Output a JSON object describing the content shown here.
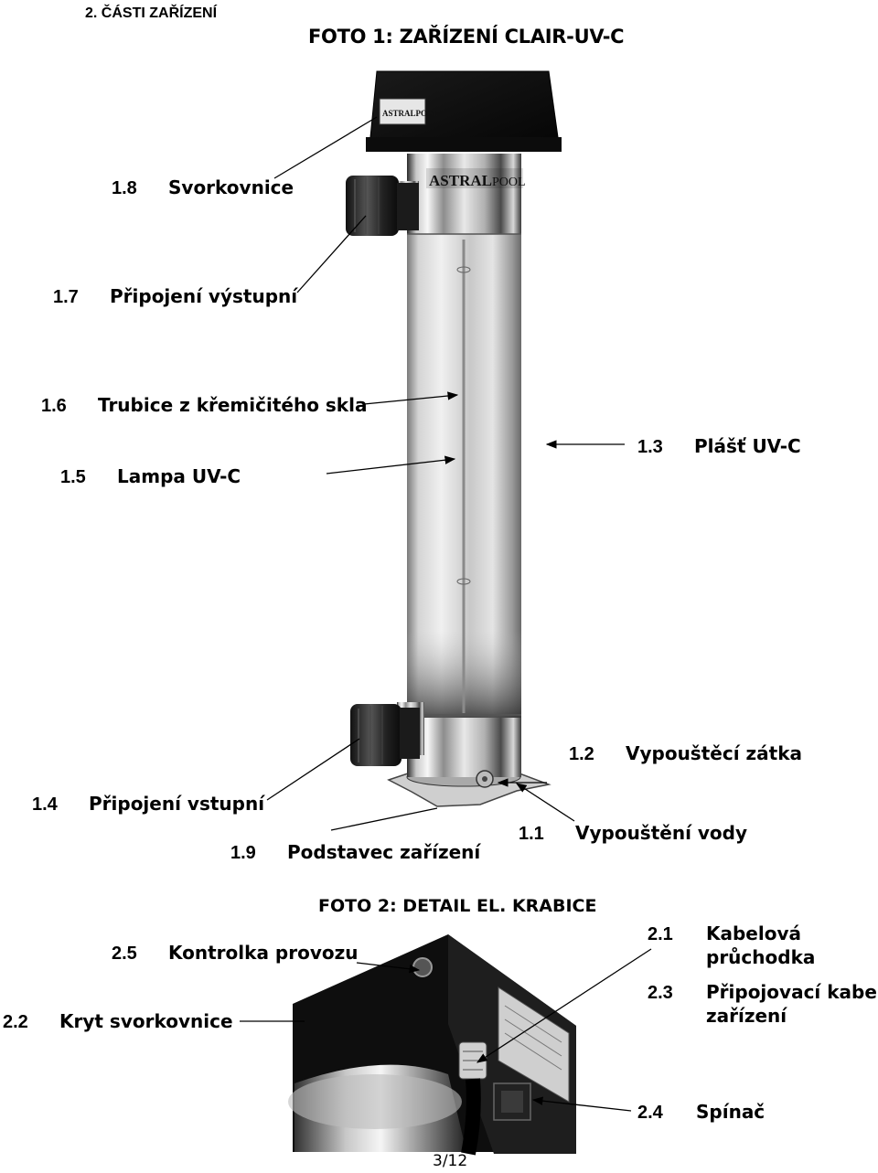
{
  "header": {
    "section": "2. ČÁSTI ZAŘÍZENÍ",
    "photo1_title": "FOTO 1: ZAŘÍZENÍ CLAIR-UV-C",
    "photo2_title": "FOTO 2: DETAIL EL. KRABICE"
  },
  "device_brand": {
    "top_logo": "ASTRALPOOL",
    "body_logo_bold": "ASTRAL",
    "body_logo_light": "POOL"
  },
  "photo1_labels": [
    {
      "num": "1.8",
      "text": "Svorkovnice"
    },
    {
      "num": "1.7",
      "text": "Připojení výstupní"
    },
    {
      "num": "1.6",
      "text": "Trubice z křemičitého skla"
    },
    {
      "num": "1.5",
      "text": "Lampa UV-C"
    },
    {
      "num": "1.3",
      "text": "Plášť UV-C"
    },
    {
      "num": "1.2",
      "text": "Vypouštěcí zátka"
    },
    {
      "num": "1.4",
      "text": "Připojení vstupní"
    },
    {
      "num": "1.9",
      "text": "Podstavec zařízení"
    },
    {
      "num": "1.1",
      "text": "Vypouštění vody"
    }
  ],
  "photo2_labels": [
    {
      "num": "2.5",
      "text": "Kontrolka provozu"
    },
    {
      "num": "2.2",
      "text": "Kryt svorkovnice"
    },
    {
      "num": "2.1",
      "text": "Kabelová",
      "text2": "průchodka"
    },
    {
      "num": "2.3",
      "text": "Připojovací kabel",
      "text2": "zařízení"
    },
    {
      "num": "2.4",
      "text": "Spínač"
    }
  ],
  "footer": {
    "page": "3/12"
  }
}
